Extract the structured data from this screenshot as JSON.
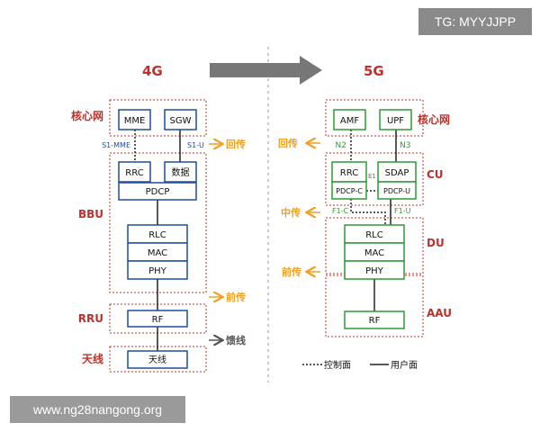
{
  "watermark": {
    "top": "TG: MYYJJPP",
    "bottom": "www.ng28nangong.org"
  },
  "four_g": {
    "title": "4G",
    "group_labels": {
      "core": "核心网",
      "bbu": "BBU",
      "rru": "RRU",
      "antenna": "天线"
    },
    "core": {
      "mme": "MME",
      "sgw": "SGW"
    },
    "interfaces": {
      "s1_mme": "S1-MME",
      "s1_u": "S1-U"
    },
    "bbu": {
      "rrc": "RRC",
      "data": "数据",
      "pdcp": "PDCP",
      "rlc": "RLC",
      "mac": "MAC",
      "phy": "PHY"
    },
    "rru": {
      "rf": "RF"
    },
    "antenna": {
      "ant": "天线"
    },
    "annotations": {
      "backhaul": "回传",
      "fronthaul": "前传",
      "feeder": "馈线"
    }
  },
  "five_g": {
    "title": "5G",
    "group_labels": {
      "core": "核心网",
      "cu": "CU",
      "du": "DU",
      "aau": "AAU"
    },
    "core": {
      "amf": "AMF",
      "upf": "UPF"
    },
    "interfaces": {
      "n2": "N2",
      "n3": "N3",
      "e1": "E1",
      "f1_c": "F1-C",
      "f1_u": "F1-U"
    },
    "cu": {
      "rrc": "RRC",
      "sdap": "SDAP",
      "pdcp_c": "PDCP-C",
      "pdcp_u": "PDCP-U"
    },
    "du": {
      "rlc": "RLC",
      "mac": "MAC",
      "phy": "PHY"
    },
    "aau": {
      "rf": "RF"
    },
    "annotations": {
      "backhaul": "回传",
      "midhaul": "中传",
      "fronthaul": "前传"
    }
  },
  "legend": {
    "control_plane": "控制面",
    "user_plane": "用户面"
  },
  "colors": {
    "group_border": "#c0302a",
    "group_label": "#c0302a",
    "box_4g": "#1f4e9c",
    "box_5g": "#2e9a36",
    "interface_4g": "#1f4e9c",
    "interface_5g": "#2e9a36",
    "annotation": "#f0a020",
    "arrow": "#6f6f6f"
  }
}
